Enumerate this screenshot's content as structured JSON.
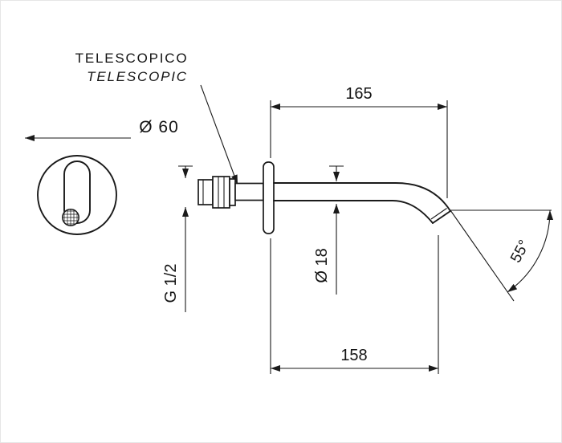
{
  "drawing": {
    "callout": {
      "primary": "TELESCOPICO",
      "secondary": "TELESCOPIC"
    },
    "dimensions": {
      "front_diameter": "Ø 60",
      "top_length": "165",
      "spout_diameter": "Ø 18",
      "thread": "G 1/2",
      "bottom_length": "158",
      "angle": "55°"
    },
    "colors": {
      "line": "#1a1a1a",
      "background": "#ffffff"
    }
  }
}
